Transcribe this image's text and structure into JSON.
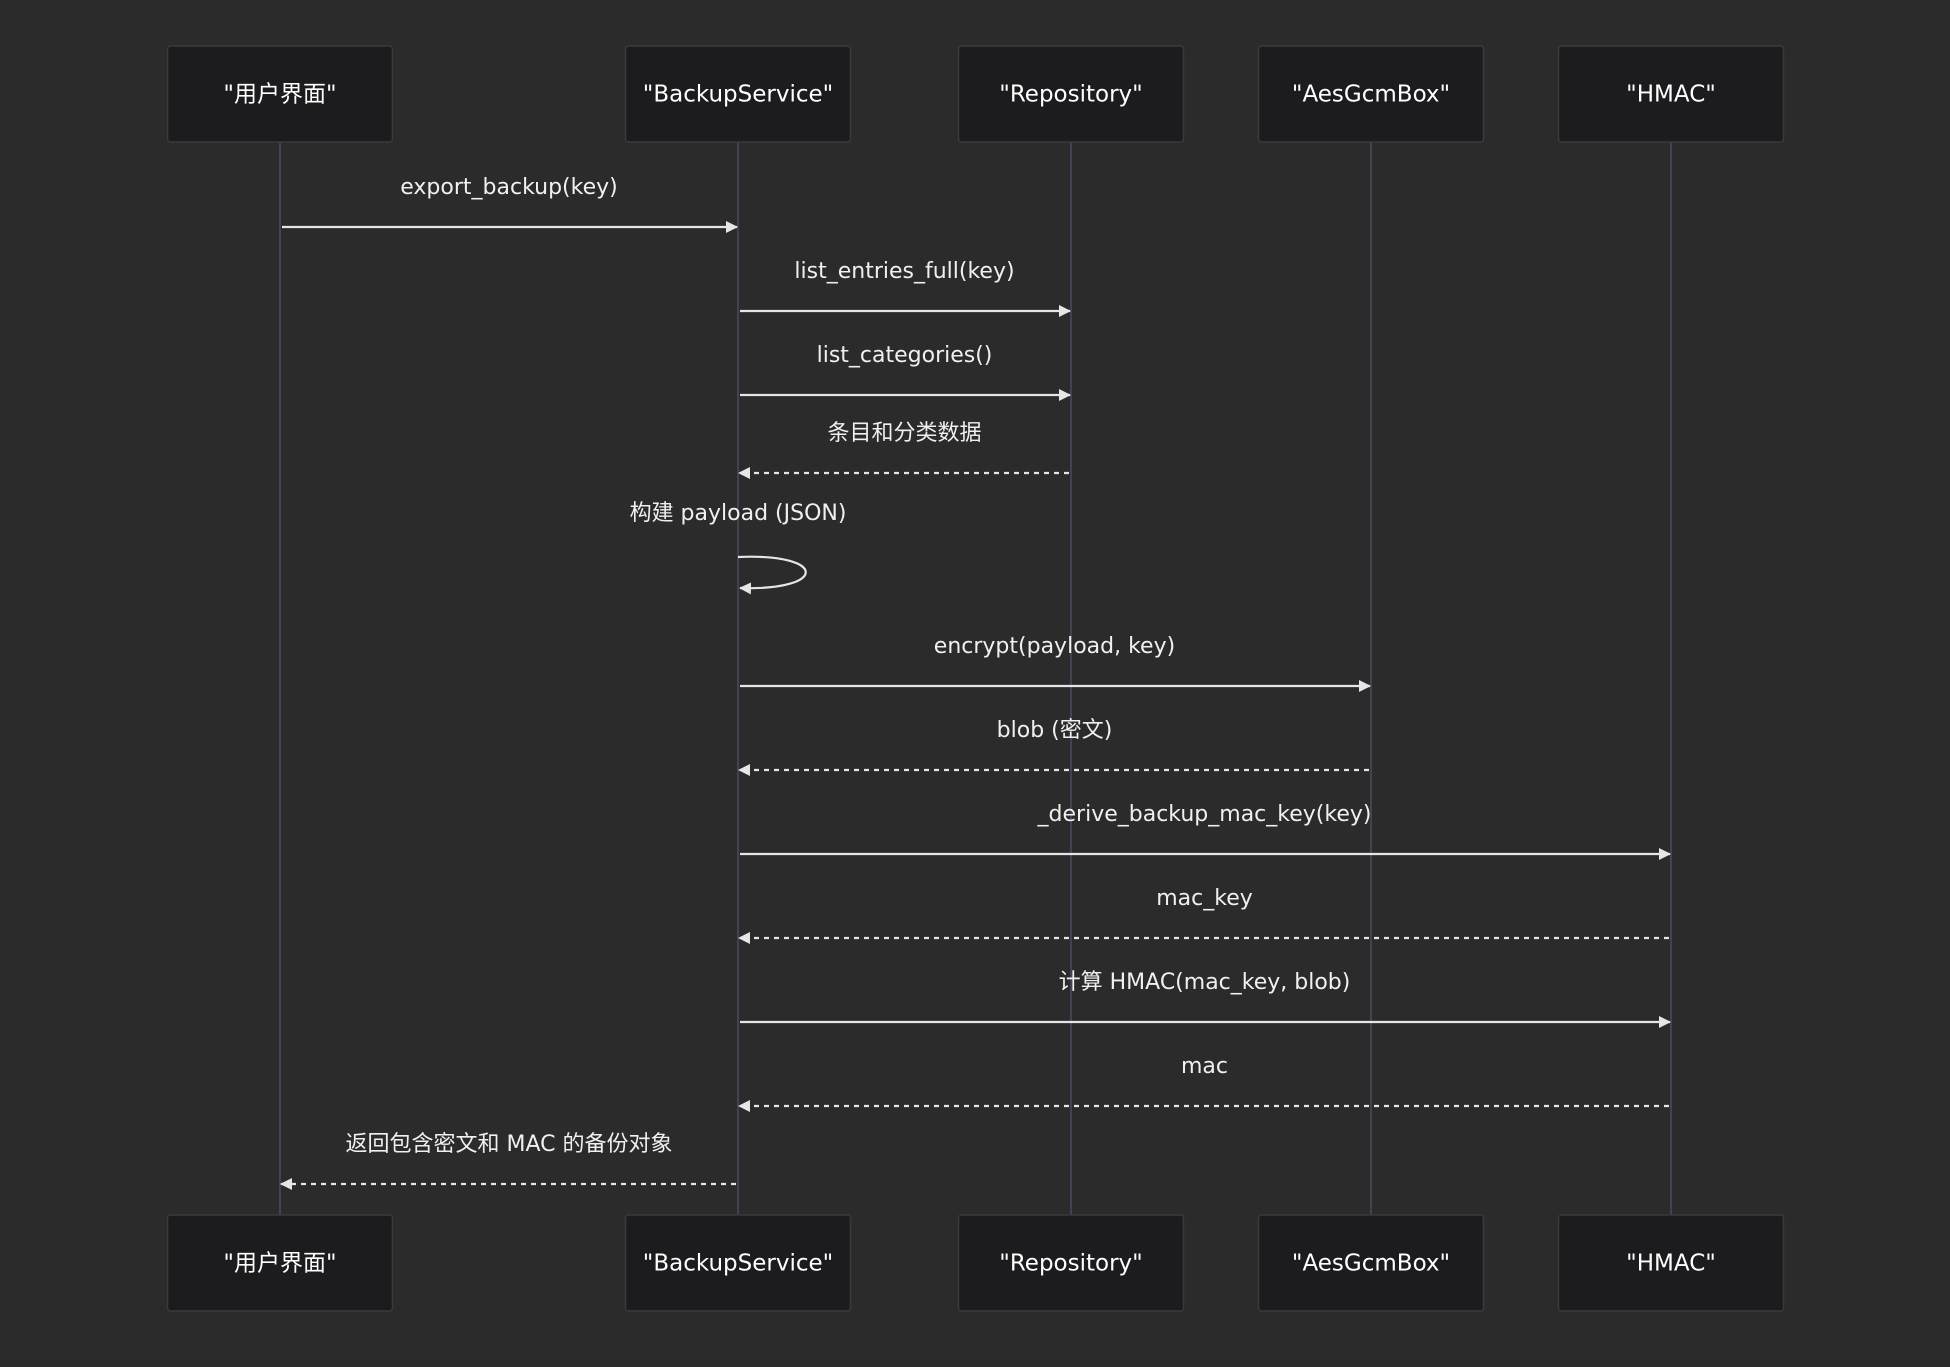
{
  "diagram": {
    "type": "sequence",
    "colors": {
      "background": "#2b2b2b",
      "actor_fill": "#1c1c1e",
      "actor_stroke": "#3a3a3c",
      "lifeline": "#3e4550",
      "arrow": "#e6e6e6",
      "text": "#ffffff"
    },
    "participants": [
      {
        "id": "ui",
        "label": "\"用户界面\""
      },
      {
        "id": "backup",
        "label": "\"BackupService\""
      },
      {
        "id": "repo",
        "label": "\"Repository\""
      },
      {
        "id": "aes",
        "label": "\"AesGcmBox\""
      },
      {
        "id": "hmac",
        "label": "\"HMAC\""
      }
    ],
    "messages": [
      {
        "from": "ui",
        "to": "backup",
        "label": "export_backup(key)",
        "style": "solid"
      },
      {
        "from": "backup",
        "to": "repo",
        "label": "list_entries_full(key)",
        "style": "solid"
      },
      {
        "from": "backup",
        "to": "repo",
        "label": "list_categories()",
        "style": "solid"
      },
      {
        "from": "repo",
        "to": "backup",
        "label": "条目和分类数据",
        "style": "dashed"
      },
      {
        "from": "backup",
        "to": "backup",
        "label": "构建 payload (JSON)",
        "style": "solid"
      },
      {
        "from": "backup",
        "to": "aes",
        "label": "encrypt(payload, key)",
        "style": "solid"
      },
      {
        "from": "aes",
        "to": "backup",
        "label": "blob (密文)",
        "style": "dashed"
      },
      {
        "from": "backup",
        "to": "hmac",
        "label": "_derive_backup_mac_key(key)",
        "style": "solid"
      },
      {
        "from": "hmac",
        "to": "backup",
        "label": "mac_key",
        "style": "dashed"
      },
      {
        "from": "backup",
        "to": "hmac",
        "label": "计算 HMAC(mac_key, blob)",
        "style": "solid"
      },
      {
        "from": "hmac",
        "to": "backup",
        "label": "mac",
        "style": "dashed"
      },
      {
        "from": "backup",
        "to": "ui",
        "label": "返回包含密文和 MAC 的备份对象",
        "style": "dashed"
      }
    ]
  }
}
